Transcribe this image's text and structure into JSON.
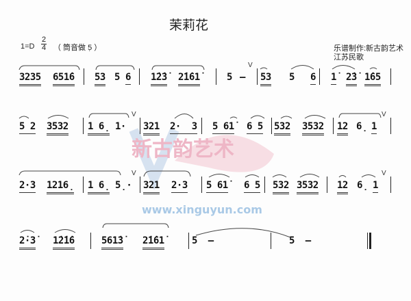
{
  "title": "茉莉花",
  "key": "1=D",
  "time_signature": {
    "top": "2",
    "bottom": "4"
  },
  "tuning_note": "（ 筒音做 5̣ ）",
  "credits": {
    "arranger": "乐谱制作:新古韵艺术",
    "origin": "江苏民歌"
  },
  "watermark": {
    "name": "新古韵艺术",
    "url": "www.xinguyun.com"
  },
  "breath_mark": "V",
  "rows": [
    {
      "groups": [
        "3235",
        "651̇6",
        "53",
        "5",
        "6",
        "1̇2̇3̇",
        "2̇1̇61̇",
        "5",
        "–",
        "53",
        "5",
        "6",
        "1̇",
        "2̇3̇",
        "1̇65"
      ]
    },
    {
      "groups": [
        "5 2",
        "3532",
        "1 6̣",
        "1·",
        "321",
        "2·  3",
        "5 61̇",
        "6 5",
        "532",
        "3532",
        "12",
        "6̣",
        "1"
      ]
    },
    {
      "groups": [
        "2·3",
        "1216̣",
        "1 6̣",
        "5̣·",
        "321",
        "2·3",
        "5 61̇",
        "6 5",
        "532",
        "3532",
        "12",
        "6̣",
        "1"
      ]
    },
    {
      "groups": [
        "2̇·3̇",
        "1̇2̇1̇6",
        "561̇3̇",
        "2̇1̇61̇",
        "5  –",
        "5  –"
      ]
    }
  ]
}
